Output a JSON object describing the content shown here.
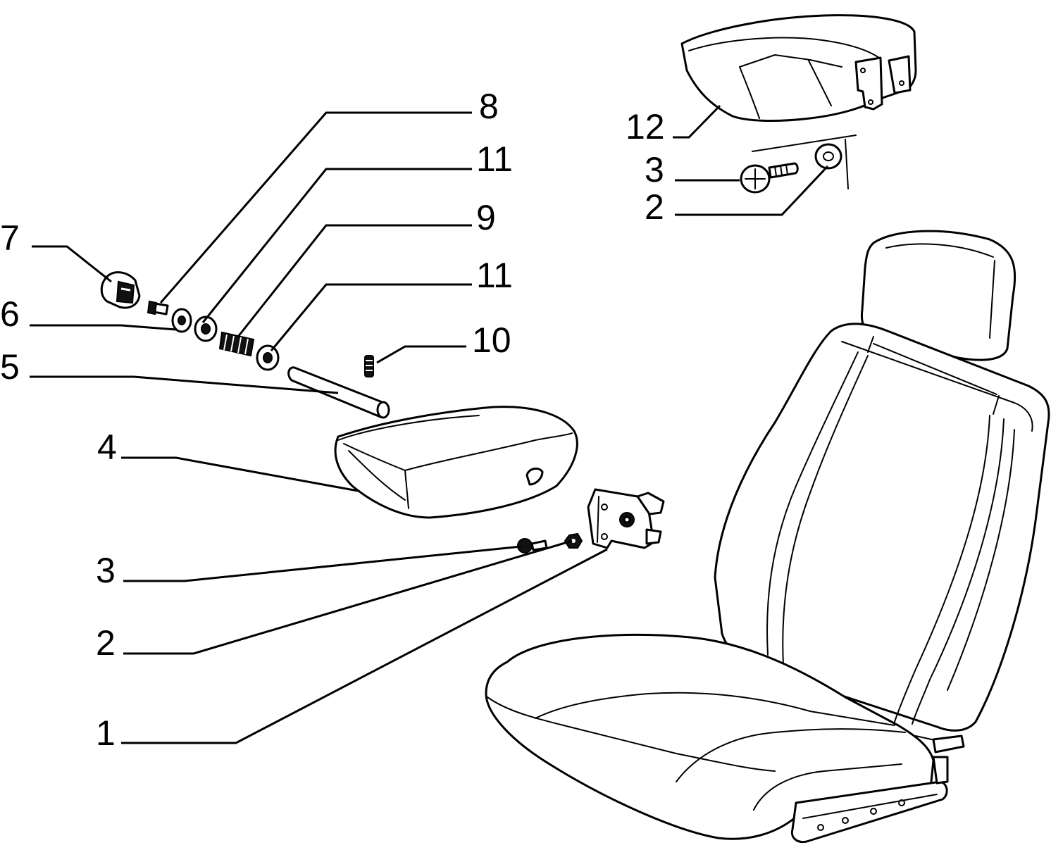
{
  "callouts": [
    {
      "id": "c8",
      "text": "8"
    },
    {
      "id": "c11a",
      "text": "11"
    },
    {
      "id": "c9",
      "text": "9"
    },
    {
      "id": "c11b",
      "text": "11"
    },
    {
      "id": "c10",
      "text": "10"
    },
    {
      "id": "c7",
      "text": "7"
    },
    {
      "id": "c6",
      "text": "6"
    },
    {
      "id": "c5",
      "text": "5"
    },
    {
      "id": "c4",
      "text": "4"
    },
    {
      "id": "c3",
      "text": "3"
    },
    {
      "id": "c2",
      "text": "2"
    },
    {
      "id": "c1",
      "text": "1"
    },
    {
      "id": "c12",
      "text": "12"
    },
    {
      "id": "c3b",
      "text": "3"
    },
    {
      "id": "c2b",
      "text": "2"
    }
  ]
}
